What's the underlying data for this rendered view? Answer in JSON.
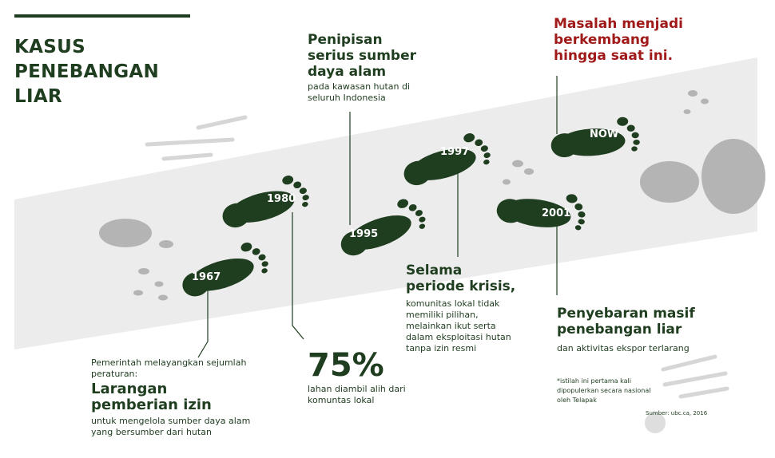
{
  "title": "KASUS PENEBANGAN LIAR",
  "footprints": [
    {
      "year": "1967"
    },
    {
      "year": "1980"
    },
    {
      "year": "1995"
    },
    {
      "year": "1997"
    },
    {
      "year": "2001"
    },
    {
      "year": "NOW"
    }
  ],
  "events": {
    "e1967": {
      "intro": "Pemerintah melayangkan sejumlah peraturan:",
      "headline": "Larangan pemberian izin",
      "detail": "untuk mengelola sumber daya alam yang bersumber dari hutan"
    },
    "e1980": {
      "stat": "75%",
      "detail": "lahan diambil alih dari komuntas lokal"
    },
    "e1995": {
      "headline": "Penipisan serius sumber daya alam",
      "detail": "pada kawasan hutan di seluruh Indonesia"
    },
    "e1997": {
      "headline": "Selama periode krisis,",
      "detail": "komunitas lokal tidak memiliki pilihan, melainkan ikut serta dalam eksploitasi hutan tanpa izin resmi"
    },
    "e2001": {
      "headline": "Penyebaran masif penebangan liar",
      "detail": "dan aktivitas ekspor terlarang"
    },
    "now": {
      "headline": "Masalah menjadi berkembang hingga saat ini."
    }
  },
  "footnote": "*istilah ini pertama kali dipopulerkan secara nasional oleh Telapak",
  "source": "Sumber: ubc.ca, 2016",
  "colors": {
    "dark_green": "#1f3d1f",
    "red": "#a01a1a",
    "path_gray": "#ececec",
    "stone_gray": "#b4b4b4"
  }
}
